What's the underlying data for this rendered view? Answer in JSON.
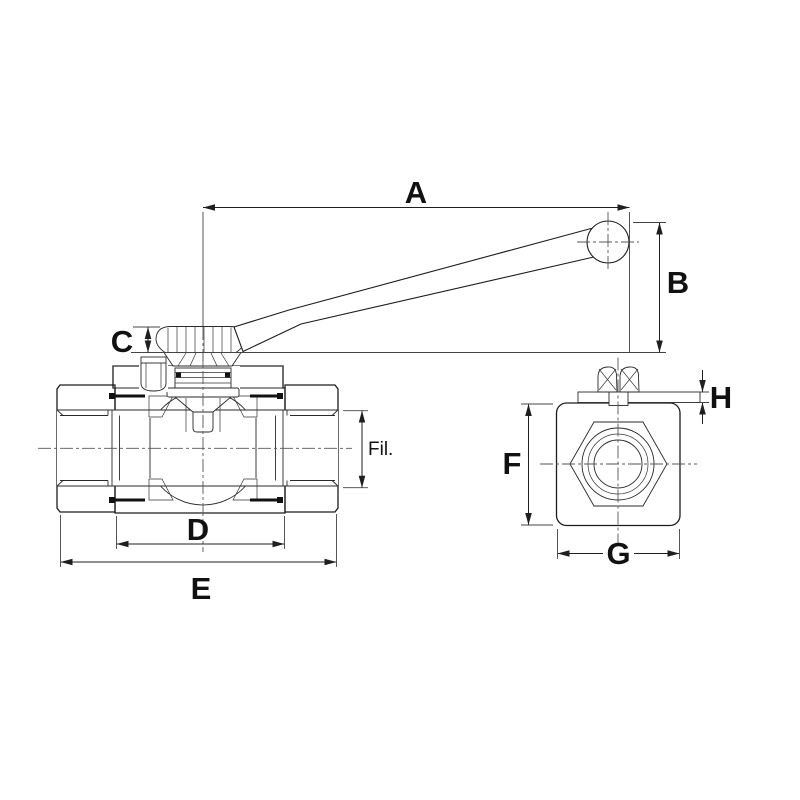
{
  "dimensions": {
    "A": "A",
    "B": "B",
    "C": "C",
    "D": "D",
    "E": "E",
    "F": "F",
    "G": "G",
    "H": "H"
  },
  "thread_label": "Fil.",
  "colors": {
    "line": "#1c1c1c",
    "background": "#ffffff"
  }
}
